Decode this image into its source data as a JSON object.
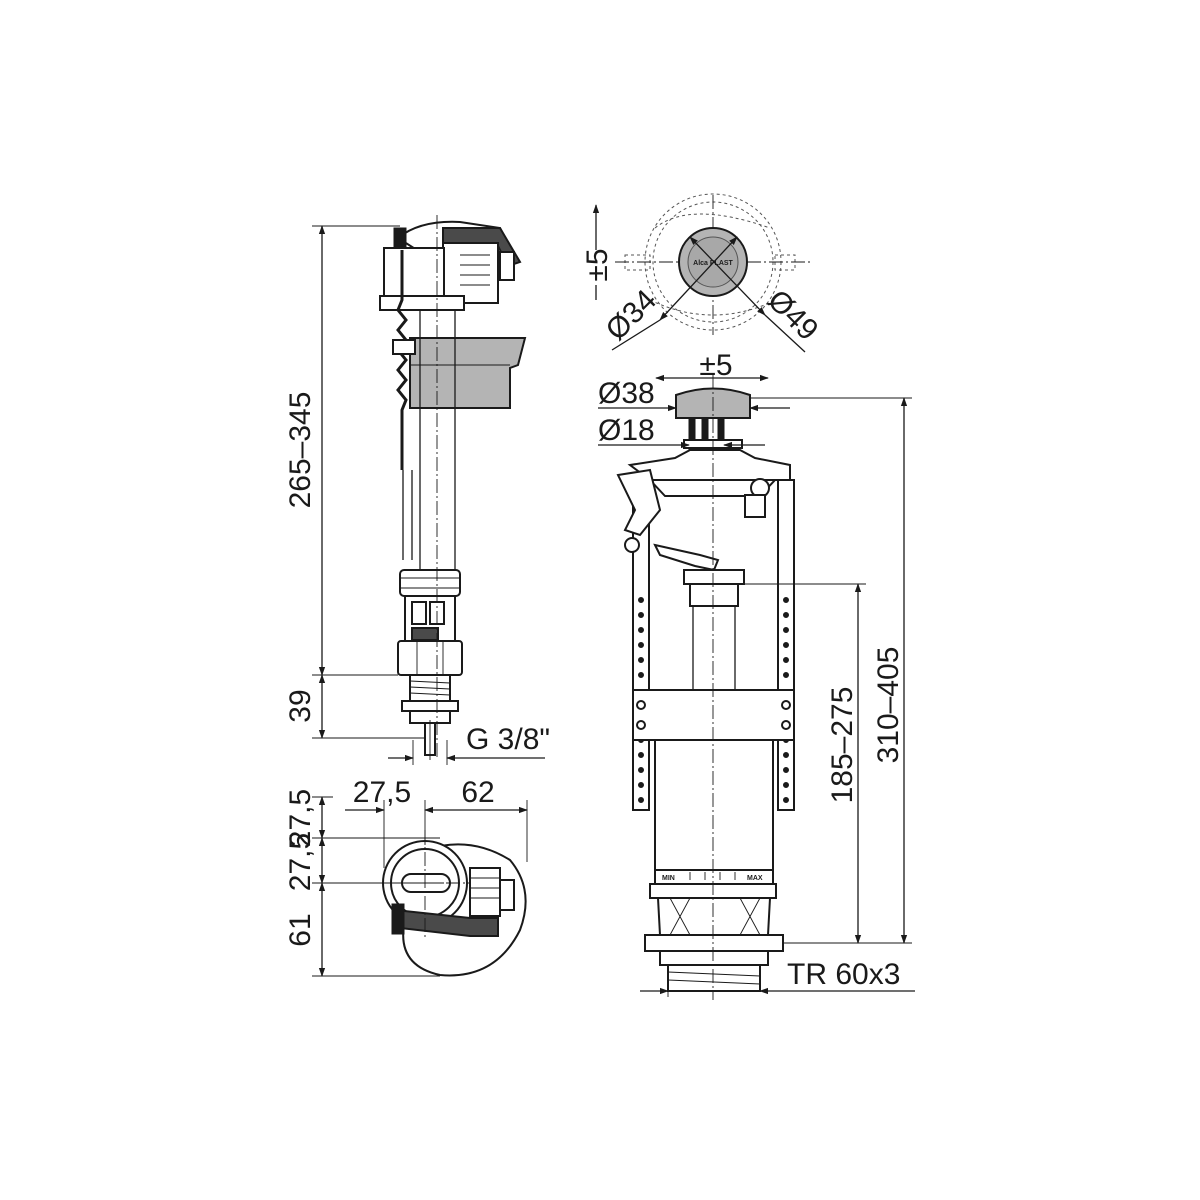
{
  "fill_valve": {
    "height_range": "265–345",
    "connection_height": "39",
    "thread": "G 3/8\""
  },
  "plan_view": {
    "offset_top": "27,5",
    "offset_mid": "27,5",
    "depth": "61",
    "center_offset": "27,5",
    "width": "62"
  },
  "button_top_view": {
    "adjust_vertical": "±5",
    "inner_diameter": "Ø34",
    "outer_diameter": "Ø49",
    "logo_text": "Alca PLAST"
  },
  "flush_valve": {
    "adjust_horizontal": "±5",
    "button_diameter": "Ø38",
    "stem_diameter": "Ø18",
    "overflow_height_range": "185–275",
    "total_height_range": "310–405",
    "thread": "TR 60x3",
    "scale_min": "MIN",
    "scale_max": "MAX"
  },
  "colors": {
    "line": "#1a1a1a",
    "part_fill": "#ffffff",
    "gray_fill": "#b4b4b4",
    "dark_fill": "#4a4a4a"
  }
}
